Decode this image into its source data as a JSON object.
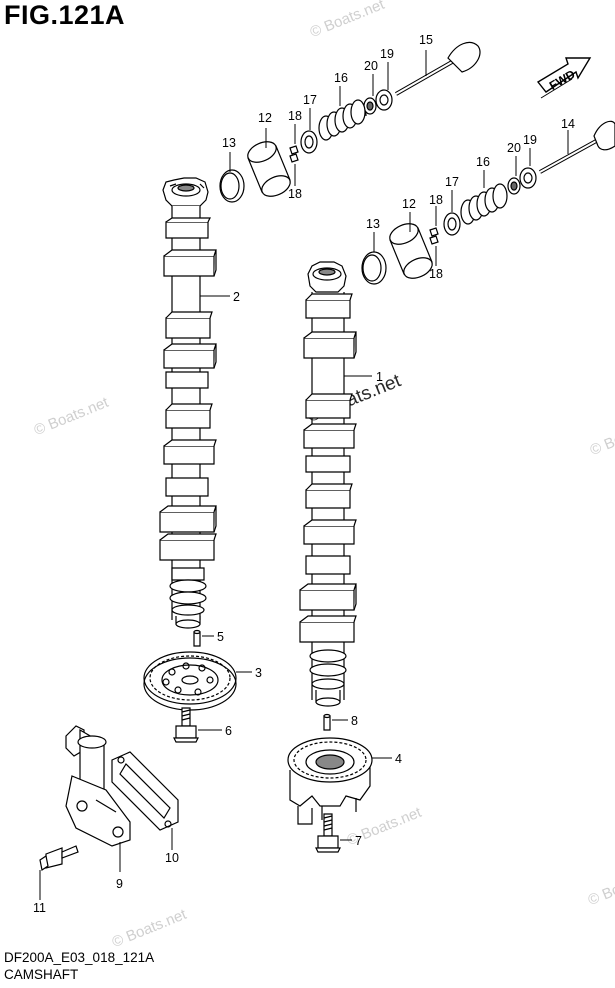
{
  "header": {
    "title": "FIG.121A"
  },
  "footer": {
    "code": "DF200A_E03_018_121A",
    "name": "CAMSHAFT"
  },
  "direction": {
    "label": "FWD"
  },
  "watermarks": {
    "main": "© Boats.net",
    "faint": "© Boats.net"
  },
  "callouts": [
    {
      "id": "1",
      "part": "camshaft-1"
    },
    {
      "id": "2",
      "part": "camshaft-2"
    },
    {
      "id": "3",
      "part": "sprocket"
    },
    {
      "id": "4",
      "part": "vvt-sprocket"
    },
    {
      "id": "5",
      "part": "pin"
    },
    {
      "id": "6",
      "part": "bolt-sprocket"
    },
    {
      "id": "7",
      "part": "bolt-vvt"
    },
    {
      "id": "8",
      "part": "pin-vvt"
    },
    {
      "id": "9",
      "part": "oil-control-valve"
    },
    {
      "id": "10",
      "part": "gasket"
    },
    {
      "id": "11",
      "part": "bolt-ocv"
    },
    {
      "id": "12",
      "part": "tappet-a"
    },
    {
      "id": "12",
      "part": "tappet-b"
    },
    {
      "id": "13",
      "part": "shim-a"
    },
    {
      "id": "13",
      "part": "shim-b"
    },
    {
      "id": "14",
      "part": "valve-exhaust"
    },
    {
      "id": "15",
      "part": "valve-intake"
    },
    {
      "id": "16",
      "part": "spring-a"
    },
    {
      "id": "16",
      "part": "spring-b"
    },
    {
      "id": "17",
      "part": "retainer-a"
    },
    {
      "id": "17",
      "part": "retainer-b"
    },
    {
      "id": "18",
      "part": "cotter-a-top"
    },
    {
      "id": "18",
      "part": "cotter-a-bottom"
    },
    {
      "id": "18",
      "part": "cotter-b-top"
    },
    {
      "id": "18",
      "part": "cotter-b-bottom"
    },
    {
      "id": "19",
      "part": "seal-a"
    },
    {
      "id": "19",
      "part": "seal-b"
    },
    {
      "id": "20",
      "part": "seat-a"
    },
    {
      "id": "20",
      "part": "seat-b"
    }
  ]
}
